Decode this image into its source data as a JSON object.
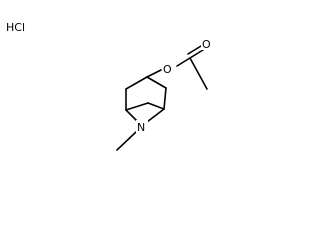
{
  "molecule": {
    "salt_label": "HCl",
    "atoms": {
      "nitrogen": "N",
      "ester_oxygen": "O",
      "carbonyl_oxygen": "O"
    }
  }
}
